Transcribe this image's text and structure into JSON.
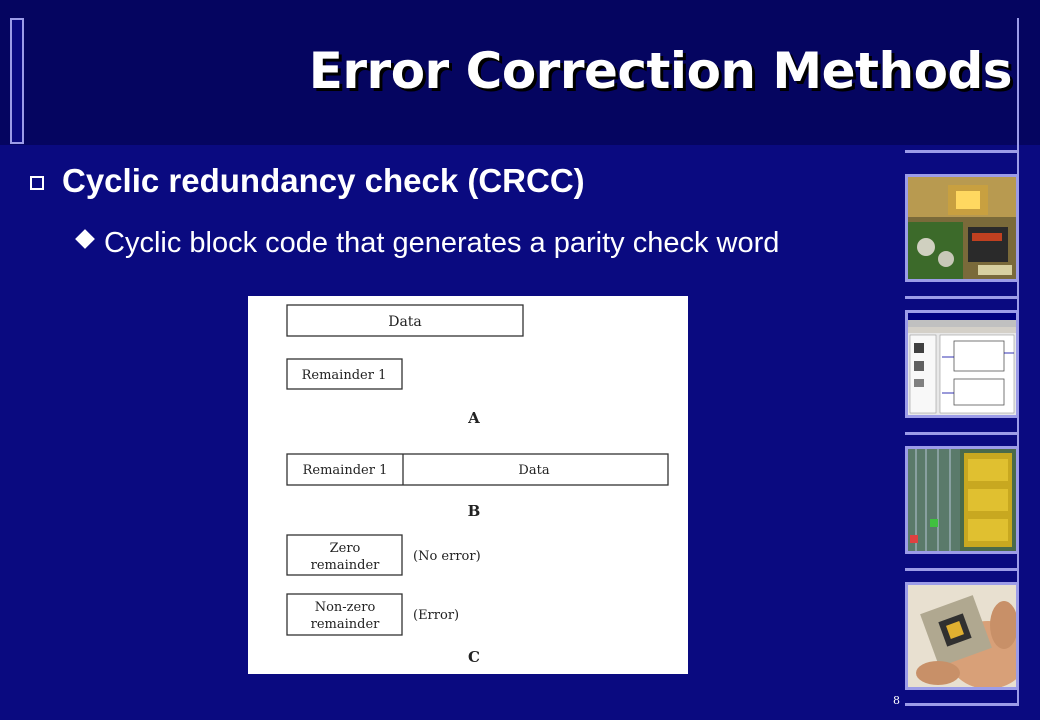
{
  "slide": {
    "title": "Error Correction Methods",
    "bullet_1": "Cyclic redundancy check (CRCC)",
    "bullet_2": "Cyclic block code that generates a parity check word",
    "page_number": "8"
  },
  "diagram": {
    "section_a": {
      "data_label": "Data",
      "remainder_label": "Remainder 1",
      "caption": "A"
    },
    "section_b": {
      "remainder_label": "Remainder 1",
      "data_label": "Data",
      "caption": "B"
    },
    "section_c": {
      "zero_line1": "Zero",
      "zero_line2": "remainder",
      "zero_status": "(No error)",
      "nonzero_line1": "Non-zero",
      "nonzero_line2": "remainder",
      "nonzero_status": "(Error)",
      "caption": "C"
    }
  },
  "thumbnails": [
    {
      "icon": "circuit-board-photo"
    },
    {
      "icon": "software-window-screenshot"
    },
    {
      "icon": "chip-die-photo"
    },
    {
      "icon": "processor-in-hand-photo"
    }
  ],
  "colors": {
    "background": "#0a0a80",
    "title_band": "#050560",
    "frame": "#9c9ce8",
    "text": "#ffffff"
  }
}
